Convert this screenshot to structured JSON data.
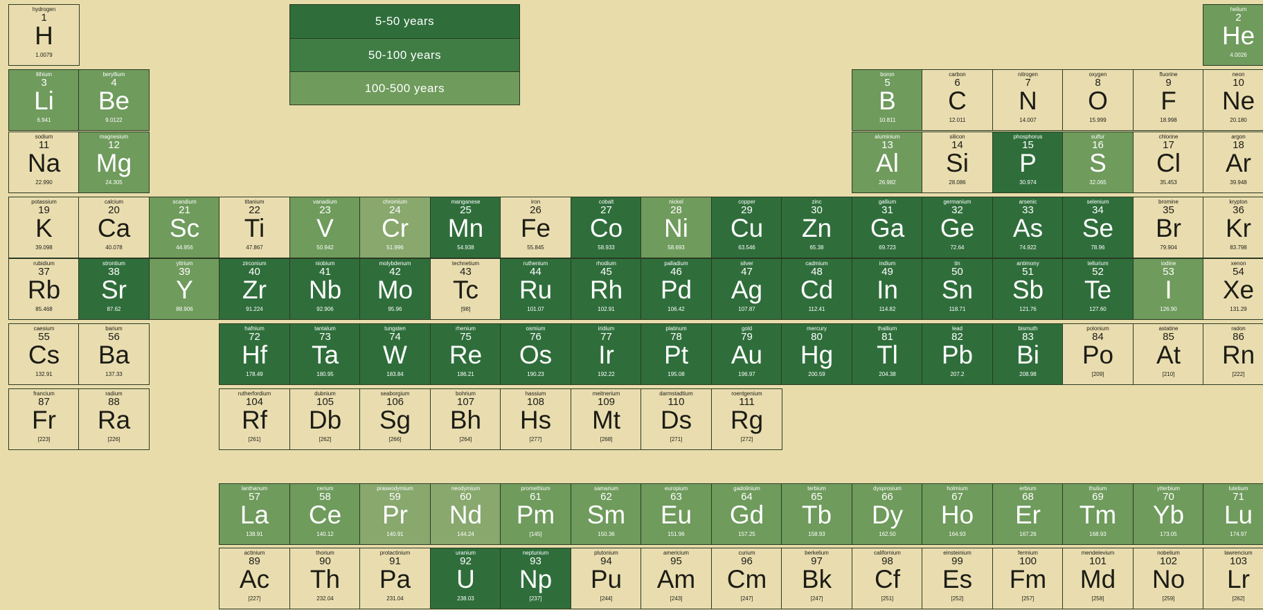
{
  "colors": {
    "none": "#e9ddb0",
    "years_5_50": "#2f6e3b",
    "years_50_100": "#3f7d45",
    "years_100_500": "#6f9b5c",
    "background": "#e8dcab"
  },
  "legend": {
    "items": [
      {
        "label": "5-50 years",
        "color": "#2f6e3b"
      },
      {
        "label": "50-100 years",
        "color": "#3f7d45"
      },
      {
        "label": "100-500 years",
        "color": "#6f9b5c"
      }
    ]
  },
  "elements": [
    {
      "n": "hydrogen",
      "z": "1",
      "s": "H",
      "m": "1.0079",
      "r": 1,
      "c": 1,
      "t": 0
    },
    {
      "n": "helium",
      "z": "2",
      "s": "He",
      "m": "4.0026",
      "r": 1,
      "c": 18,
      "t": 1
    },
    {
      "n": "lithium",
      "z": "3",
      "s": "Li",
      "m": "6.941",
      "r": 2,
      "c": 1,
      "t": 1
    },
    {
      "n": "beryllium",
      "z": "4",
      "s": "Be",
      "m": "9.0122",
      "r": 2,
      "c": 2,
      "t": 1
    },
    {
      "n": "boron",
      "z": "5",
      "s": "B",
      "m": "10.811",
      "r": 2,
      "c": 13,
      "t": 1
    },
    {
      "n": "carbon",
      "z": "6",
      "s": "C",
      "m": "12.011",
      "r": 2,
      "c": 14,
      "t": 0
    },
    {
      "n": "nitrogen",
      "z": "7",
      "s": "N",
      "m": "14.007",
      "r": 2,
      "c": 15,
      "t": 0
    },
    {
      "n": "oxygen",
      "z": "8",
      "s": "O",
      "m": "15.999",
      "r": 2,
      "c": 16,
      "t": 0
    },
    {
      "n": "fluorine",
      "z": "9",
      "s": "F",
      "m": "18.998",
      "r": 2,
      "c": 17,
      "t": 0
    },
    {
      "n": "neon",
      "z": "10",
      "s": "Ne",
      "m": "20.180",
      "r": 2,
      "c": 18,
      "t": 0
    },
    {
      "n": "sodium",
      "z": "11",
      "s": "Na",
      "m": "22.990",
      "r": 3,
      "c": 1,
      "t": 0
    },
    {
      "n": "magnesium",
      "z": "12",
      "s": "Mg",
      "m": "24.305",
      "r": 3,
      "c": 2,
      "t": 1
    },
    {
      "n": "aluminium",
      "z": "13",
      "s": "Al",
      "m": "26.982",
      "r": 3,
      "c": 13,
      "t": 1
    },
    {
      "n": "silicon",
      "z": "14",
      "s": "Si",
      "m": "28.086",
      "r": 3,
      "c": 14,
      "t": 0
    },
    {
      "n": "phosphorus",
      "z": "15",
      "s": "P",
      "m": "30.974",
      "r": 3,
      "c": 15,
      "t": 2
    },
    {
      "n": "sulfur",
      "z": "16",
      "s": "S",
      "m": "32.065",
      "r": 3,
      "c": 16,
      "t": 1
    },
    {
      "n": "chlorine",
      "z": "17",
      "s": "Cl",
      "m": "35.453",
      "r": 3,
      "c": 17,
      "t": 0
    },
    {
      "n": "argon",
      "z": "18",
      "s": "Ar",
      "m": "39.948",
      "r": 3,
      "c": 18,
      "t": 0
    },
    {
      "n": "potassium",
      "z": "19",
      "s": "K",
      "m": "39.098",
      "r": 4,
      "c": 1,
      "t": 0
    },
    {
      "n": "calcium",
      "z": "20",
      "s": "Ca",
      "m": "40.078",
      "r": 4,
      "c": 2,
      "t": 0
    },
    {
      "n": "scandium",
      "z": "21",
      "s": "Sc",
      "m": "44.956",
      "r": 4,
      "c": 3,
      "t": 1
    },
    {
      "n": "titanium",
      "z": "22",
      "s": "Ti",
      "m": "47.867",
      "r": 4,
      "c": 4,
      "t": 0
    },
    {
      "n": "vanadium",
      "z": "23",
      "s": "V",
      "m": "50.942",
      "r": 4,
      "c": 5,
      "t": 1
    },
    {
      "n": "chromium",
      "z": "24",
      "s": "Cr",
      "m": "51.996",
      "r": 4,
      "c": 6,
      "t": 3
    },
    {
      "n": "manganese",
      "z": "25",
      "s": "Mn",
      "m": "54.938",
      "r": 4,
      "c": 7,
      "t": 2
    },
    {
      "n": "iron",
      "z": "26",
      "s": "Fe",
      "m": "55.845",
      "r": 4,
      "c": 8,
      "t": 0
    },
    {
      "n": "cobalt",
      "z": "27",
      "s": "Co",
      "m": "58.933",
      "r": 4,
      "c": 9,
      "t": 2
    },
    {
      "n": "nickel",
      "z": "28",
      "s": "Ni",
      "m": "58.693",
      "r": 4,
      "c": 10,
      "t": 1
    },
    {
      "n": "copper",
      "z": "29",
      "s": "Cu",
      "m": "63.546",
      "r": 4,
      "c": 11,
      "t": 2
    },
    {
      "n": "zinc",
      "z": "30",
      "s": "Zn",
      "m": "65.38",
      "r": 4,
      "c": 12,
      "t": 2
    },
    {
      "n": "gallium",
      "z": "31",
      "s": "Ga",
      "m": "69.723",
      "r": 4,
      "c": 13,
      "t": 2
    },
    {
      "n": "germanium",
      "z": "32",
      "s": "Ge",
      "m": "72.64",
      "r": 4,
      "c": 14,
      "t": 2
    },
    {
      "n": "arsenic",
      "z": "33",
      "s": "As",
      "m": "74.922",
      "r": 4,
      "c": 15,
      "t": 2
    },
    {
      "n": "selenium",
      "z": "34",
      "s": "Se",
      "m": "78.96",
      "r": 4,
      "c": 16,
      "t": 2
    },
    {
      "n": "bromine",
      "z": "35",
      "s": "Br",
      "m": "79.904",
      "r": 4,
      "c": 17,
      "t": 0
    },
    {
      "n": "krypton",
      "z": "36",
      "s": "Kr",
      "m": "83.798",
      "r": 4,
      "c": 18,
      "t": 0
    },
    {
      "n": "rubidium",
      "z": "37",
      "s": "Rb",
      "m": "85.468",
      "r": 5,
      "c": 1,
      "t": 0
    },
    {
      "n": "strontium",
      "z": "38",
      "s": "Sr",
      "m": "87.62",
      "r": 5,
      "c": 2,
      "t": 2
    },
    {
      "n": "yttrium",
      "z": "39",
      "s": "Y",
      "m": "88.906",
      "r": 5,
      "c": 3,
      "t": 1
    },
    {
      "n": "zirconium",
      "z": "40",
      "s": "Zr",
      "m": "91.224",
      "r": 5,
      "c": 4,
      "t": 2
    },
    {
      "n": "niobium",
      "z": "41",
      "s": "Nb",
      "m": "92.906",
      "r": 5,
      "c": 5,
      "t": 2
    },
    {
      "n": "molybdenum",
      "z": "42",
      "s": "Mo",
      "m": "95.96",
      "r": 5,
      "c": 6,
      "t": 2
    },
    {
      "n": "technetium",
      "z": "43",
      "s": "Tc",
      "m": "[98]",
      "r": 5,
      "c": 7,
      "t": 0
    },
    {
      "n": "ruthenium",
      "z": "44",
      "s": "Ru",
      "m": "101.07",
      "r": 5,
      "c": 8,
      "t": 2
    },
    {
      "n": "rhodium",
      "z": "45",
      "s": "Rh",
      "m": "102.91",
      "r": 5,
      "c": 9,
      "t": 2
    },
    {
      "n": "palladium",
      "z": "46",
      "s": "Pd",
      "m": "106.42",
      "r": 5,
      "c": 10,
      "t": 2
    },
    {
      "n": "silver",
      "z": "47",
      "s": "Ag",
      "m": "107.87",
      "r": 5,
      "c": 11,
      "t": 2
    },
    {
      "n": "cadmium",
      "z": "48",
      "s": "Cd",
      "m": "112.41",
      "r": 5,
      "c": 12,
      "t": 2
    },
    {
      "n": "indium",
      "z": "49",
      "s": "In",
      "m": "114.82",
      "r": 5,
      "c": 13,
      "t": 2
    },
    {
      "n": "tin",
      "z": "50",
      "s": "Sn",
      "m": "118.71",
      "r": 5,
      "c": 14,
      "t": 2
    },
    {
      "n": "antimony",
      "z": "51",
      "s": "Sb",
      "m": "121.76",
      "r": 5,
      "c": 15,
      "t": 2
    },
    {
      "n": "tellurium",
      "z": "52",
      "s": "Te",
      "m": "127.60",
      "r": 5,
      "c": 16,
      "t": 2
    },
    {
      "n": "iodine",
      "z": "53",
      "s": "I",
      "m": "126.90",
      "r": 5,
      "c": 17,
      "t": 1
    },
    {
      "n": "xenon",
      "z": "54",
      "s": "Xe",
      "m": "131.29",
      "r": 5,
      "c": 18,
      "t": 0
    },
    {
      "n": "caesium",
      "z": "55",
      "s": "Cs",
      "m": "132.91",
      "r": 6,
      "c": 1,
      "t": 0
    },
    {
      "n": "barium",
      "z": "56",
      "s": "Ba",
      "m": "137.33",
      "r": 6,
      "c": 2,
      "t": 0
    },
    {
      "n": "hafnium",
      "z": "72",
      "s": "Hf",
      "m": "178.49",
      "r": 6,
      "c": 4,
      "t": 2
    },
    {
      "n": "tantalum",
      "z": "73",
      "s": "Ta",
      "m": "180.95",
      "r": 6,
      "c": 5,
      "t": 2
    },
    {
      "n": "tungsten",
      "z": "74",
      "s": "W",
      "m": "183.84",
      "r": 6,
      "c": 6,
      "t": 2
    },
    {
      "n": "rhenium",
      "z": "75",
      "s": "Re",
      "m": "186.21",
      "r": 6,
      "c": 7,
      "t": 2
    },
    {
      "n": "osmium",
      "z": "76",
      "s": "Os",
      "m": "190.23",
      "r": 6,
      "c": 8,
      "t": 2
    },
    {
      "n": "iridium",
      "z": "77",
      "s": "Ir",
      "m": "192.22",
      "r": 6,
      "c": 9,
      "t": 2
    },
    {
      "n": "platinum",
      "z": "78",
      "s": "Pt",
      "m": "195.08",
      "r": 6,
      "c": 10,
      "t": 2
    },
    {
      "n": "gold",
      "z": "79",
      "s": "Au",
      "m": "196.97",
      "r": 6,
      "c": 11,
      "t": 2
    },
    {
      "n": "mercury",
      "z": "80",
      "s": "Hg",
      "m": "200.59",
      "r": 6,
      "c": 12,
      "t": 2
    },
    {
      "n": "thallium",
      "z": "81",
      "s": "Tl",
      "m": "204.38",
      "r": 6,
      "c": 13,
      "t": 2
    },
    {
      "n": "lead",
      "z": "82",
      "s": "Pb",
      "m": "207.2",
      "r": 6,
      "c": 14,
      "t": 2
    },
    {
      "n": "bismuth",
      "z": "83",
      "s": "Bi",
      "m": "208.98",
      "r": 6,
      "c": 15,
      "t": 2
    },
    {
      "n": "polonium",
      "z": "84",
      "s": "Po",
      "m": "[209]",
      "r": 6,
      "c": 16,
      "t": 0
    },
    {
      "n": "astatine",
      "z": "85",
      "s": "At",
      "m": "[210]",
      "r": 6,
      "c": 17,
      "t": 0
    },
    {
      "n": "radon",
      "z": "86",
      "s": "Rn",
      "m": "[222]",
      "r": 6,
      "c": 18,
      "t": 0
    },
    {
      "n": "francium",
      "z": "87",
      "s": "Fr",
      "m": "[223]",
      "r": 7,
      "c": 1,
      "t": 0
    },
    {
      "n": "radium",
      "z": "88",
      "s": "Ra",
      "m": "[226]",
      "r": 7,
      "c": 2,
      "t": 0
    },
    {
      "n": "rutherfordium",
      "z": "104",
      "s": "Rf",
      "m": "[261]",
      "r": 7,
      "c": 4,
      "t": 0
    },
    {
      "n": "dubnium",
      "z": "105",
      "s": "Db",
      "m": "[262]",
      "r": 7,
      "c": 5,
      "t": 0
    },
    {
      "n": "seaborgium",
      "z": "106",
      "s": "Sg",
      "m": "[266]",
      "r": 7,
      "c": 6,
      "t": 0
    },
    {
      "n": "bohrium",
      "z": "107",
      "s": "Bh",
      "m": "[264]",
      "r": 7,
      "c": 7,
      "t": 0
    },
    {
      "n": "hassium",
      "z": "108",
      "s": "Hs",
      "m": "[277]",
      "r": 7,
      "c": 8,
      "t": 0
    },
    {
      "n": "meitnerium",
      "z": "109",
      "s": "Mt",
      "m": "[268]",
      "r": 7,
      "c": 9,
      "t": 0
    },
    {
      "n": "darmstadtium",
      "z": "110",
      "s": "Ds",
      "m": "[271]",
      "r": 7,
      "c": 10,
      "t": 0
    },
    {
      "n": "roentgenium",
      "z": "111",
      "s": "Rg",
      "m": "[272]",
      "r": 7,
      "c": 11,
      "t": 0
    },
    {
      "n": "lanthanum",
      "z": "57",
      "s": "La",
      "m": "138.91",
      "r": 9,
      "c": 4,
      "t": 1
    },
    {
      "n": "cerium",
      "z": "58",
      "s": "Ce",
      "m": "140.12",
      "r": 9,
      "c": 5,
      "t": 1
    },
    {
      "n": "praseodymium",
      "z": "59",
      "s": "Pr",
      "m": "140.91",
      "r": 9,
      "c": 6,
      "t": 3
    },
    {
      "n": "neodymium",
      "z": "60",
      "s": "Nd",
      "m": "144.24",
      "r": 9,
      "c": 7,
      "t": 3
    },
    {
      "n": "promethium",
      "z": "61",
      "s": "Pm",
      "m": "[145]",
      "r": 9,
      "c": 8,
      "t": 1
    },
    {
      "n": "samarium",
      "z": "62",
      "s": "Sm",
      "m": "150.36",
      "r": 9,
      "c": 9,
      "t": 1
    },
    {
      "n": "europium",
      "z": "63",
      "s": "Eu",
      "m": "151.96",
      "r": 9,
      "c": 10,
      "t": 1
    },
    {
      "n": "gadolinium",
      "z": "64",
      "s": "Gd",
      "m": "157.25",
      "r": 9,
      "c": 11,
      "t": 1
    },
    {
      "n": "terbium",
      "z": "65",
      "s": "Tb",
      "m": "158.93",
      "r": 9,
      "c": 12,
      "t": 1
    },
    {
      "n": "dysprosium",
      "z": "66",
      "s": "Dy",
      "m": "162.50",
      "r": 9,
      "c": 13,
      "t": 1
    },
    {
      "n": "holmium",
      "z": "67",
      "s": "Ho",
      "m": "164.93",
      "r": 9,
      "c": 14,
      "t": 1
    },
    {
      "n": "erbium",
      "z": "68",
      "s": "Er",
      "m": "167.26",
      "r": 9,
      "c": 15,
      "t": 1
    },
    {
      "n": "thulium",
      "z": "69",
      "s": "Tm",
      "m": "168.93",
      "r": 9,
      "c": 16,
      "t": 1
    },
    {
      "n": "ytterbium",
      "z": "70",
      "s": "Yb",
      "m": "173.05",
      "r": 9,
      "c": 17,
      "t": 1
    },
    {
      "n": "lutetium",
      "z": "71",
      "s": "Lu",
      "m": "174.97",
      "r": 9,
      "c": 18,
      "t": 1
    },
    {
      "n": "actinium",
      "z": "89",
      "s": "Ac",
      "m": "[227]",
      "r": 10,
      "c": 4,
      "t": 0
    },
    {
      "n": "thorium",
      "z": "90",
      "s": "Th",
      "m": "232.04",
      "r": 10,
      "c": 5,
      "t": 0
    },
    {
      "n": "protactinium",
      "z": "91",
      "s": "Pa",
      "m": "231.04",
      "r": 10,
      "c": 6,
      "t": 0
    },
    {
      "n": "uranium",
      "z": "92",
      "s": "U",
      "m": "238.03",
      "r": 10,
      "c": 7,
      "t": 2
    },
    {
      "n": "neptunium",
      "z": "93",
      "s": "Np",
      "m": "[237]",
      "r": 10,
      "c": 8,
      "t": 2
    },
    {
      "n": "plutonium",
      "z": "94",
      "s": "Pu",
      "m": "[244]",
      "r": 10,
      "c": 9,
      "t": 0
    },
    {
      "n": "americium",
      "z": "95",
      "s": "Am",
      "m": "[243]",
      "r": 10,
      "c": 10,
      "t": 0
    },
    {
      "n": "curium",
      "z": "96",
      "s": "Cm",
      "m": "[247]",
      "r": 10,
      "c": 11,
      "t": 0
    },
    {
      "n": "berkelium",
      "z": "97",
      "s": "Bk",
      "m": "[247]",
      "r": 10,
      "c": 12,
      "t": 0
    },
    {
      "n": "californium",
      "z": "98",
      "s": "Cf",
      "m": "[251]",
      "r": 10,
      "c": 13,
      "t": 0
    },
    {
      "n": "einsteinium",
      "z": "99",
      "s": "Es",
      "m": "[252]",
      "r": 10,
      "c": 14,
      "t": 0
    },
    {
      "n": "fermium",
      "z": "100",
      "s": "Fm",
      "m": "[257]",
      "r": 10,
      "c": 15,
      "t": 0
    },
    {
      "n": "mendelevium",
      "z": "101",
      "s": "Md",
      "m": "[258]",
      "r": 10,
      "c": 16,
      "t": 0
    },
    {
      "n": "nobelium",
      "z": "102",
      "s": "No",
      "m": "[259]",
      "r": 10,
      "c": 17,
      "t": 0
    },
    {
      "n": "lawrencium",
      "z": "103",
      "s": "Lr",
      "m": "[262]",
      "r": 10,
      "c": 18,
      "t": 0
    }
  ]
}
